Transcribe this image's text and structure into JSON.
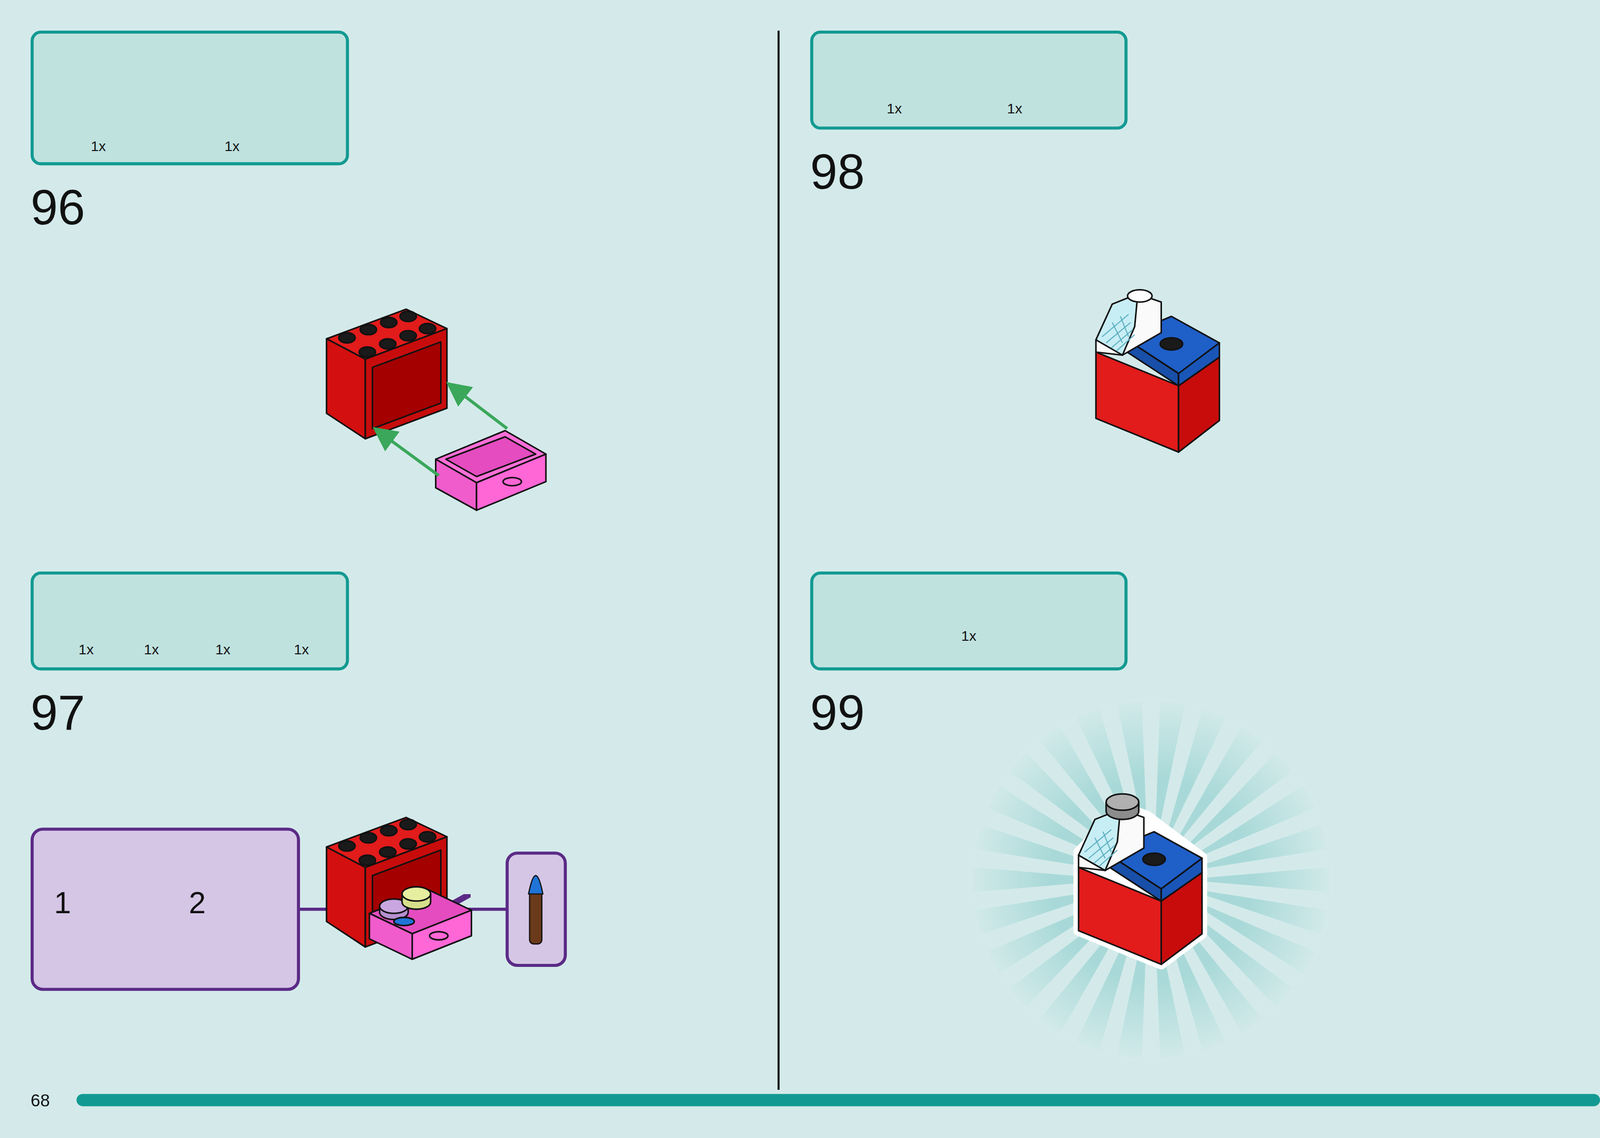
{
  "diagram": {
    "nodes": [
      {
        "text": [
          "1x",
          "1x"
        ]
      },
      {
        "text": [
          "1x",
          "1x",
          "1x",
          "1x"
        ]
      },
      {
        "text": [
          "1",
          "2"
        ]
      },
      {
        "text": [
          "1x",
          "1x"
        ]
      },
      {
        "text": [
          "1x"
        ]
      }
    ],
    "labels": [
      "96",
      "97",
      "98",
      "99",
      "68"
    ]
  }
}
